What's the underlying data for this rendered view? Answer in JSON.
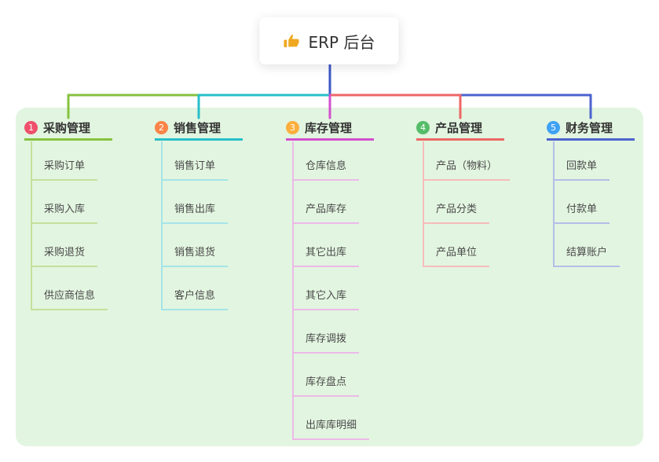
{
  "root": {
    "title": "ERP 后台",
    "icon": "thumbs-up-icon"
  },
  "colors": {
    "canvas_bg": "#e2f5e0",
    "root_stem": "#3d56c6",
    "root_icon": "#f0a820"
  },
  "branches": [
    {
      "index": "1",
      "label": "采购管理",
      "badge_color": "#ef506b",
      "line_color": "#86c23f",
      "child_line_color": "#c3e19b",
      "children": [
        "采购订单",
        "采购入库",
        "采购退货",
        "供应商信息"
      ]
    },
    {
      "index": "2",
      "label": "销售管理",
      "badge_color": "#fb8448",
      "line_color": "#27bfc9",
      "child_line_color": "#a5e4e8",
      "children": [
        "销售订单",
        "销售出库",
        "销售退货",
        "客户信息"
      ]
    },
    {
      "index": "3",
      "label": "库存管理",
      "badge_color": "#fbae3c",
      "line_color": "#d24fce",
      "child_line_color": "#edb9e9",
      "children": [
        "仓库信息",
        "产品库存",
        "其它出库",
        "其它入库",
        "库存调拨",
        "库存盘点",
        "出库库明细"
      ]
    },
    {
      "index": "4",
      "label": "产品管理",
      "badge_color": "#55bd69",
      "line_color": "#ee6666",
      "child_line_color": "#f6bcbc",
      "children": [
        "产品（物料）",
        "产品分类",
        "产品单位"
      ]
    },
    {
      "index": "5",
      "label": "财务管理",
      "badge_color": "#40a2f4",
      "line_color": "#4c63cf",
      "child_line_color": "#b2bee8",
      "children": [
        "回款单",
        "付款单",
        "结算账户"
      ]
    }
  ]
}
